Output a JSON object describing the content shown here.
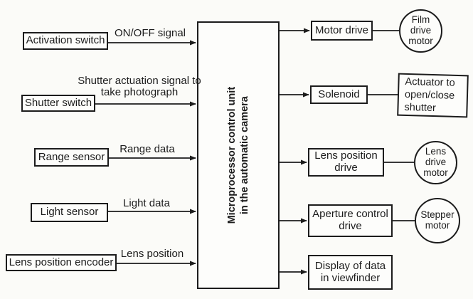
{
  "colors": {
    "line": "#1c1c1c",
    "background": "#fbfbf8"
  },
  "center_unit": {
    "line1": "Microprocessor control unit",
    "line2": "in the automatic camera"
  },
  "inputs": [
    {
      "label": "Activation switch",
      "signal": "ON/OFF signal"
    },
    {
      "label": "Shutter switch",
      "signal": "Shutter actuation signal to take photograph"
    },
    {
      "label": "Range sensor",
      "signal": "Range data"
    },
    {
      "label": "Light sensor",
      "signal": "Light data"
    },
    {
      "label": "Lens position encoder",
      "signal": "Lens position"
    }
  ],
  "outputs": [
    {
      "label": "Motor drive",
      "target": "Film drive motor",
      "target_shape": "circle"
    },
    {
      "label": "Solenoid",
      "target": "Actuator to open/close shutter",
      "target_shape": "box"
    },
    {
      "label": "Lens position drive",
      "target": "Lens drive motor",
      "target_shape": "circle"
    },
    {
      "label": "Aperture control drive",
      "target": "Stepper motor",
      "target_shape": "circle"
    },
    {
      "label": "Display of data in viewfinder",
      "target": "",
      "target_shape": "none"
    }
  ]
}
